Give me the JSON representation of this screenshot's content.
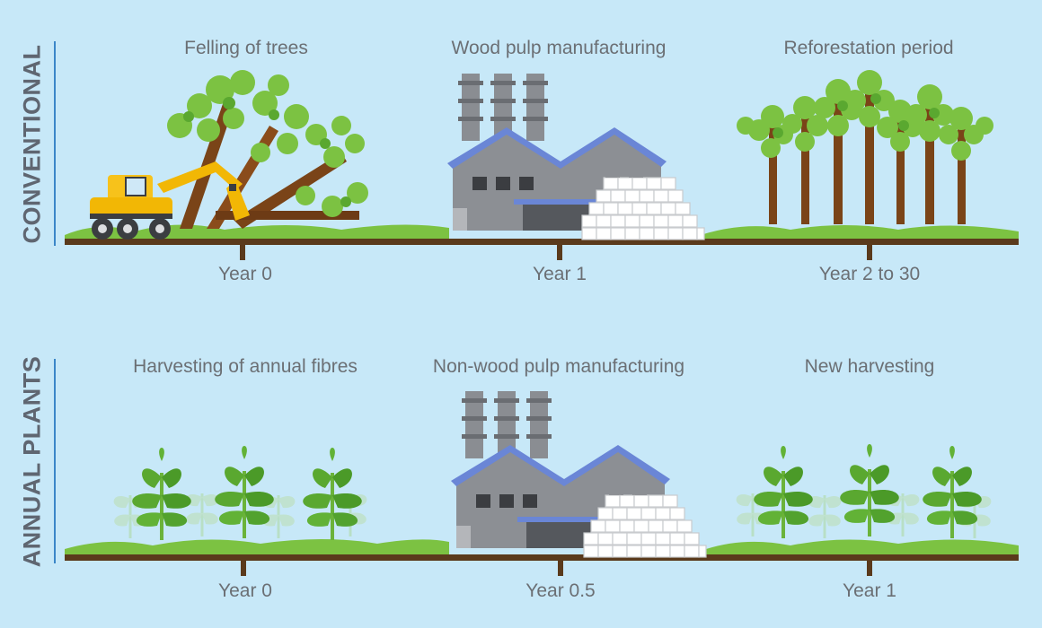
{
  "rows": [
    {
      "label": "CONVENTIONAL",
      "stages": [
        {
          "title": "Felling of trees",
          "year": "Year 0"
        },
        {
          "title": "Wood pulp manufacturing",
          "year": "Year 1"
        },
        {
          "title": "Reforestation period",
          "year": "Year 2 to 30"
        }
      ]
    },
    {
      "label": "ANNUAL PLANTS",
      "stages": [
        {
          "title": "Harvesting of annual fibres",
          "year": "Year 0"
        },
        {
          "title": "Non-wood pulp manufacturing",
          "year": "Year 0.5"
        },
        {
          "title": "New harvesting",
          "year": "Year 1"
        }
      ]
    }
  ],
  "icons": [
    "excavator-icon",
    "felled-trees-icon",
    "factory-icon",
    "pulp-bales-icon",
    "forest-icon",
    "annual-plant-icon"
  ],
  "colors": {
    "background": "#c7e8f8",
    "ground": "#7cc242",
    "timeline": "#5a3a1c",
    "label": "#5f6671",
    "accent_line": "#3b86c8"
  }
}
